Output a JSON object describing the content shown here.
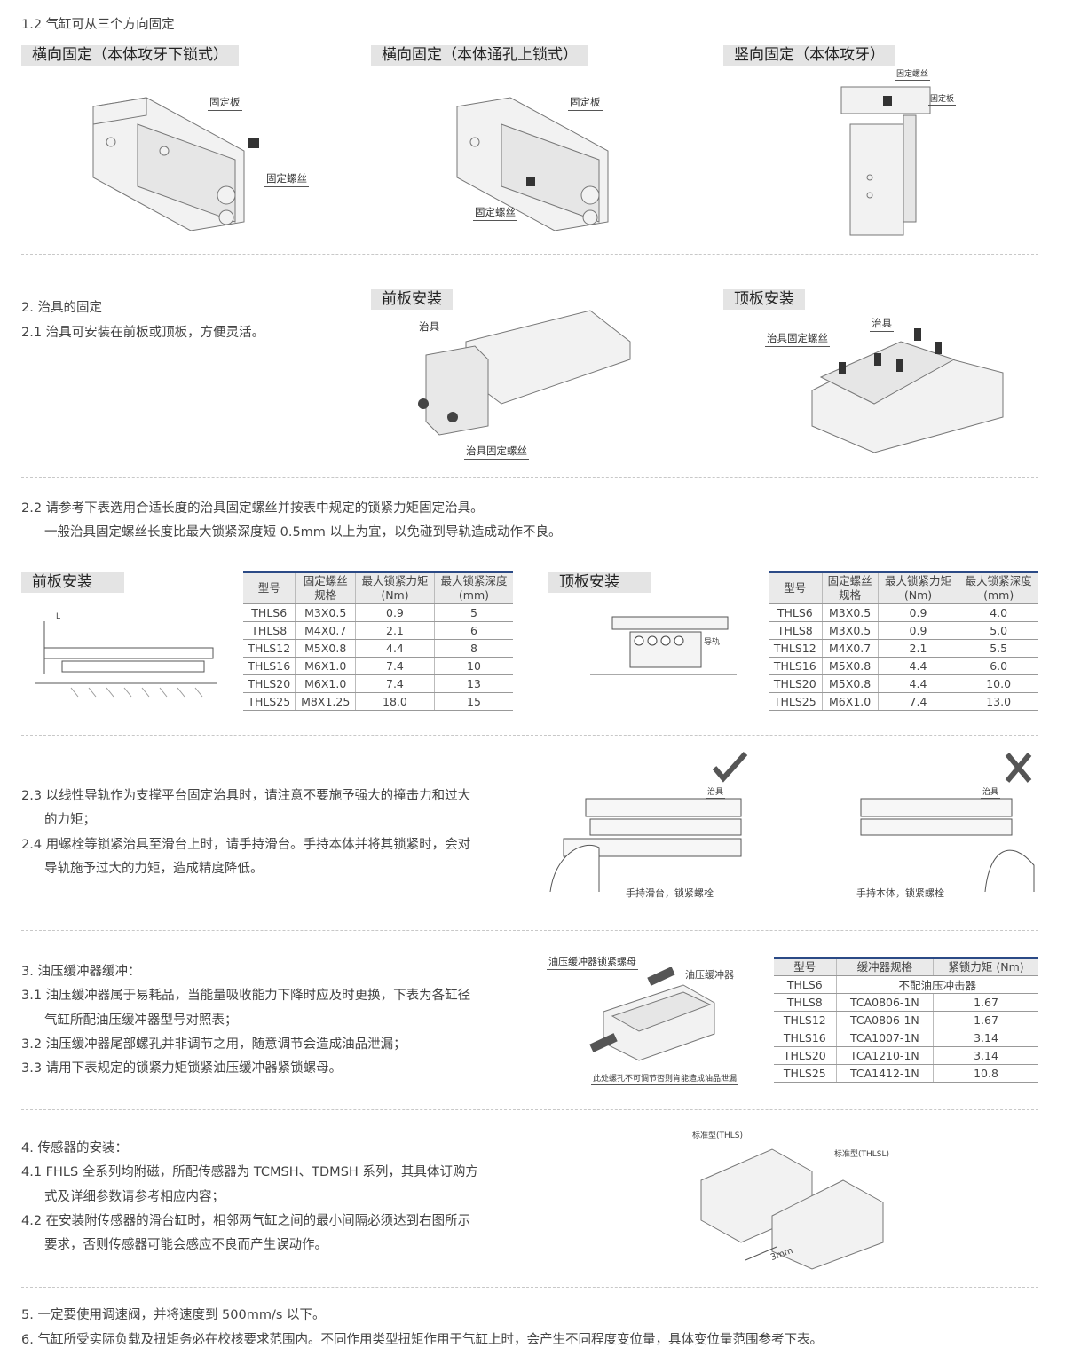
{
  "s12": {
    "title": "1.2 气缸可从三个方向固定",
    "tags": [
      "横向固定（本体攻牙下锁式）",
      "横向固定（本体通孔上锁式）",
      "竖向固定（本体攻牙）"
    ],
    "labels": {
      "a_plate": "固定板",
      "a_screw": "固定螺丝",
      "b_plate": "固定板",
      "b_screw": "固定螺丝",
      "c_screw": "固定螺丝",
      "c_plate": "固定板"
    }
  },
  "s2": {
    "title": "2. 治具的固定",
    "line1": "2.1 治具可安装在前板或顶板，方便灵活。",
    "tags": [
      "前板安装",
      "顶板安装"
    ],
    "labels": {
      "f_jig": "治具",
      "f_screw": "治具固定螺丝",
      "t_jig": "治具",
      "t_screw": "治具固定螺丝"
    }
  },
  "s22": {
    "line1": "2.2 请参考下表选用合适长度的治具固定螺丝并按表中规定的锁紧力矩固定治具。",
    "line2": "一般治具固定螺丝长度比最大锁紧深度短 0.5mm 以上为宜，以免碰到导轨造成动作不良。",
    "front_tag": "前板安装",
    "top_tag": "顶板安装",
    "rail_label": "导轨",
    "dim_l": "L",
    "front_table": {
      "headers": [
        "型号",
        "固定螺丝\n规格",
        "最大锁紧力矩\n(Nm)",
        "最大锁紧深度\n(mm)"
      ],
      "rows": [
        [
          "THLS6",
          "M3X0.5",
          "0.9",
          "5"
        ],
        [
          "THLS8",
          "M4X0.7",
          "2.1",
          "6"
        ],
        [
          "THLS12",
          "M5X0.8",
          "4.4",
          "8"
        ],
        [
          "THLS16",
          "M6X1.0",
          "7.4",
          "10"
        ],
        [
          "THLS20",
          "M6X1.0",
          "7.4",
          "13"
        ],
        [
          "THLS25",
          "M8X1.25",
          "18.0",
          "15"
        ]
      ]
    },
    "top_table": {
      "headers": [
        "型号",
        "固定螺丝\n规格",
        "最大锁紧力矩\n(Nm)",
        "最大锁紧深度\n(mm)"
      ],
      "rows": [
        [
          "THLS6",
          "M3X0.5",
          "0.9",
          "4.0"
        ],
        [
          "THLS8",
          "M3X0.5",
          "0.9",
          "5.0"
        ],
        [
          "THLS12",
          "M4X0.7",
          "2.1",
          "5.5"
        ],
        [
          "THLS16",
          "M5X0.8",
          "4.4",
          "6.0"
        ],
        [
          "THLS20",
          "M5X0.8",
          "4.4",
          "10.0"
        ],
        [
          "THLS25",
          "M6X1.0",
          "7.4",
          "13.0"
        ]
      ]
    }
  },
  "s23": {
    "l1": "2.3 以线性导轨作为支撑平台固定治具时，请注意不要施予强大的撞击力和过大",
    "l2": "的力矩；",
    "l3": "2.4 用螺栓等锁紧治具至滑台上时，请手持滑台。手持本体并将其锁紧时，会对",
    "l4": "导轨施予过大的力矩，造成精度降低。",
    "ok_jig": "治具",
    "ok_caption": "手持滑台，锁紧螺栓",
    "ng_jig": "治具",
    "ng_caption": "手持本体，锁紧螺栓",
    "colors": {
      "mark": "#555555"
    }
  },
  "s3": {
    "l1": "3. 油压缓冲器缓冲：",
    "l2": "3.1 油压缓冲器属于易耗品，当能量吸收能力下降时应及时更换，下表为各缸径",
    "l3": "气缸所配油压缓冲器型号对照表；",
    "l4": "3.2 油压缓冲器尾部螺孔并非调节之用，随意调节会造成油品泄漏；",
    "l5": "3.3 请用下表规定的锁紧力矩锁紧油压缓冲器紧锁螺母。",
    "label_nut": "油压缓冲器锁紧螺母",
    "label_absorber": "油压缓冲器",
    "label_warning": "此处螺孔不可调节否则肯能造成油品泄漏",
    "table": {
      "headers": [
        "型号",
        "缓冲器规格",
        "紧锁力矩 (Nm)"
      ],
      "none_row": [
        "THLS6",
        "不配油压冲击器"
      ],
      "rows": [
        [
          "THLS8",
          "TCA0806-1N",
          "1.67"
        ],
        [
          "THLS12",
          "TCA0806-1N",
          "1.67"
        ],
        [
          "THLS16",
          "TCA1007-1N",
          "3.14"
        ],
        [
          "THLS20",
          "TCA1210-1N",
          "3.14"
        ],
        [
          "THLS25",
          "TCA1412-1N",
          "10.8"
        ]
      ]
    }
  },
  "s4": {
    "l1": "4. 传感器的安装：",
    "l2": "4.1 FHLS 全系列均附磁，所配传感器为 TCMSH、TDMSH 系列，其具体订购方",
    "l3": "式及详细参数请参考相应内容；",
    "l4": "4.2 在安装附传感器的滑台缸时，相邻两气缸之间的最小间隔必须达到右图所示",
    "l5": "要求，否则传感器可能会感应不良而产生误动作。",
    "label_a": "标准型(THLS)",
    "label_b": "标准型(THLSL)",
    "gap": "3mm"
  },
  "s5": {
    "l1": "5. 一定要使用调速阀，并将速度到 500mm/s 以下。",
    "l2": "6. 气缸所受实际负载及扭矩务必在校核要求范围内。不同作用类型扭矩作用于气缸上时，会产生不同程度变位量，具体变位量范围参考下表。"
  }
}
